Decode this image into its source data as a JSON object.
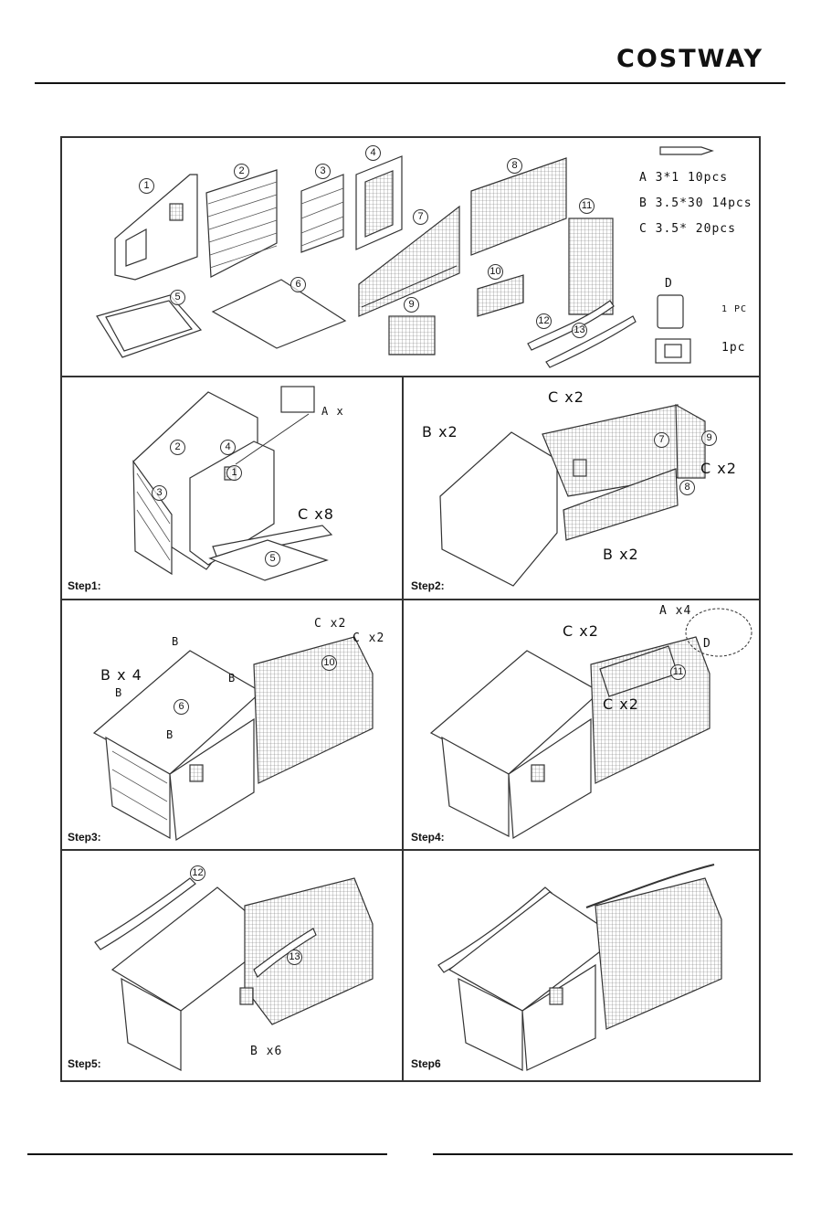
{
  "brand": "COSTWAY",
  "parts": [
    {
      "num": "1"
    },
    {
      "num": "2"
    },
    {
      "num": "3"
    },
    {
      "num": "4"
    },
    {
      "num": "5"
    },
    {
      "num": "6"
    },
    {
      "num": "7"
    },
    {
      "num": "8"
    },
    {
      "num": "9"
    },
    {
      "num": "10"
    },
    {
      "num": "11"
    },
    {
      "num": "12"
    },
    {
      "num": "13"
    }
  ],
  "hardware": {
    "a": "A 3*1   10pcs",
    "b": "B 3.5*30  14pcs",
    "c": "C 3.5*    20pcs",
    "d_label": "D",
    "d_qty": "1 PC",
    "latch_qty": "1pc"
  },
  "steps": {
    "s1": {
      "title": "Step1:",
      "a": "A x",
      "c": "C x8"
    },
    "s2": {
      "title": "Step2:",
      "c_top": "C x2",
      "b_left": "B x2",
      "c_right": "C x2",
      "b_bottom": "B x2"
    },
    "s3": {
      "title": "Step3:",
      "b_left": "B x 4",
      "b": "B",
      "c1": "C x2",
      "c2": "C x2"
    },
    "s4": {
      "title": "Step4:",
      "a": "A x4",
      "c1": "C x2",
      "c2": "C x2",
      "d": "D"
    },
    "s5": {
      "title": "Step5:",
      "b": "B x6"
    },
    "s6": {
      "title": "Step6"
    }
  }
}
